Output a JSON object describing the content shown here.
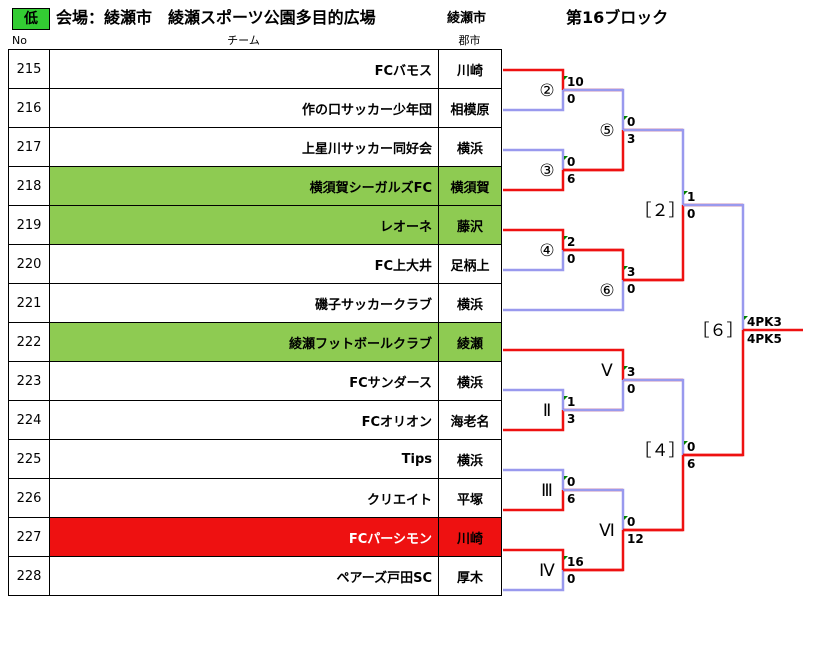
{
  "header": {
    "low_badge": "低",
    "venue": "会場：綾瀬市　綾瀬スポーツ公園多目的広場",
    "city": "綾瀬市",
    "block": "第16ブロック"
  },
  "columns": {
    "no": "No",
    "team": "チーム",
    "city": "郡市"
  },
  "rows": [
    {
      "no": "215",
      "team": "FCバモス",
      "city": "川崎",
      "hl": ""
    },
    {
      "no": "216",
      "team": "作の口サッカー少年団",
      "city": "相模原",
      "hl": ""
    },
    {
      "no": "217",
      "team": "上星川サッカー同好会",
      "city": "横浜",
      "hl": ""
    },
    {
      "no": "218",
      "team": "横須賀シーガルズFC",
      "city": "横須賀",
      "hl": "green"
    },
    {
      "no": "219",
      "team": "レオーネ",
      "city": "藤沢",
      "hl": "green"
    },
    {
      "no": "220",
      "team": "FC上大井",
      "city": "足柄上",
      "hl": ""
    },
    {
      "no": "221",
      "team": "磯子サッカークラブ",
      "city": "横浜",
      "hl": ""
    },
    {
      "no": "222",
      "team": "綾瀬フットボールクラブ",
      "city": "綾瀬",
      "hl": "green"
    },
    {
      "no": "223",
      "team": "FCサンダース",
      "city": "横浜",
      "hl": ""
    },
    {
      "no": "224",
      "team": "FCオリオン",
      "city": "海老名",
      "hl": ""
    },
    {
      "no": "225",
      "team": "Tips",
      "city": "横浜",
      "hl": ""
    },
    {
      "no": "226",
      "team": "クリエイト",
      "city": "平塚",
      "hl": ""
    },
    {
      "no": "227",
      "team": "FCパーシモン",
      "city": "川崎",
      "hl": "red"
    },
    {
      "no": "228",
      "team": "ペアーズ戸田SC",
      "city": "厚木",
      "hl": ""
    }
  ],
  "bracket": {
    "colors": {
      "winner": "#ee1111",
      "loser": "#9999ee",
      "marker": "#008000"
    },
    "matches": [
      {
        "label": "②",
        "top_score": "10",
        "bottom_score": "0"
      },
      {
        "label": "③",
        "top_score": "0",
        "bottom_score": "6"
      },
      {
        "label": "④",
        "top_score": "2",
        "bottom_score": "0"
      },
      {
        "label": "Ⅱ",
        "top_score": "1",
        "bottom_score": "3"
      },
      {
        "label": "Ⅲ",
        "top_score": "0",
        "bottom_score": "6"
      },
      {
        "label": "Ⅳ",
        "top_score": "16",
        "bottom_score": "0"
      },
      {
        "label": "⑤",
        "top_score": "0",
        "bottom_score": "3"
      },
      {
        "label": "⑥",
        "top_score": "3",
        "bottom_score": "0"
      },
      {
        "label": "Ⅴ",
        "top_score": "3",
        "bottom_score": "0"
      },
      {
        "label": "Ⅵ",
        "top_score": "0",
        "bottom_score": "12"
      },
      {
        "label": "［２］",
        "top_score": "1",
        "bottom_score": "0"
      },
      {
        "label": "［４］",
        "top_score": "0",
        "bottom_score": "6"
      },
      {
        "label": "［６］",
        "top_score": "4PK3",
        "bottom_score": "4PK5"
      }
    ]
  }
}
